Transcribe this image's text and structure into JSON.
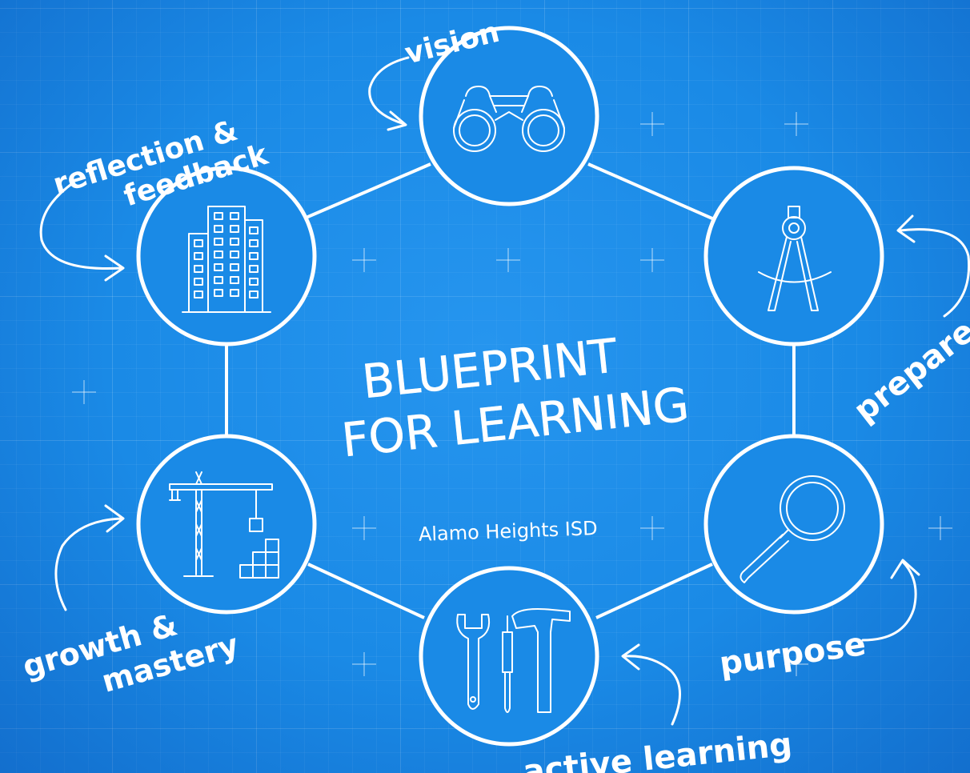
{
  "title": {
    "line1": "BLUEPRINT",
    "line2": "FOR LEARNING"
  },
  "subtitle": "Alamo Heights ISD",
  "nodes": [
    {
      "label_lines": [
        "vision"
      ],
      "icon": "binoculars-icon"
    },
    {
      "label_lines": [
        "prepare"
      ],
      "icon": "drafting-compass-icon"
    },
    {
      "label_lines": [
        "purpose"
      ],
      "icon": "magnifying-glass-icon"
    },
    {
      "label_lines": [
        "active learning"
      ],
      "icon": "tools-icon"
    },
    {
      "label_lines": [
        "growth &",
        "mastery"
      ],
      "icon": "construction-crane-icon"
    },
    {
      "label_lines": [
        "reflection &",
        "feedback"
      ],
      "icon": "buildings-icon"
    }
  ],
  "colors": {
    "background": "#1a8ae6",
    "line": "#ffffff"
  }
}
